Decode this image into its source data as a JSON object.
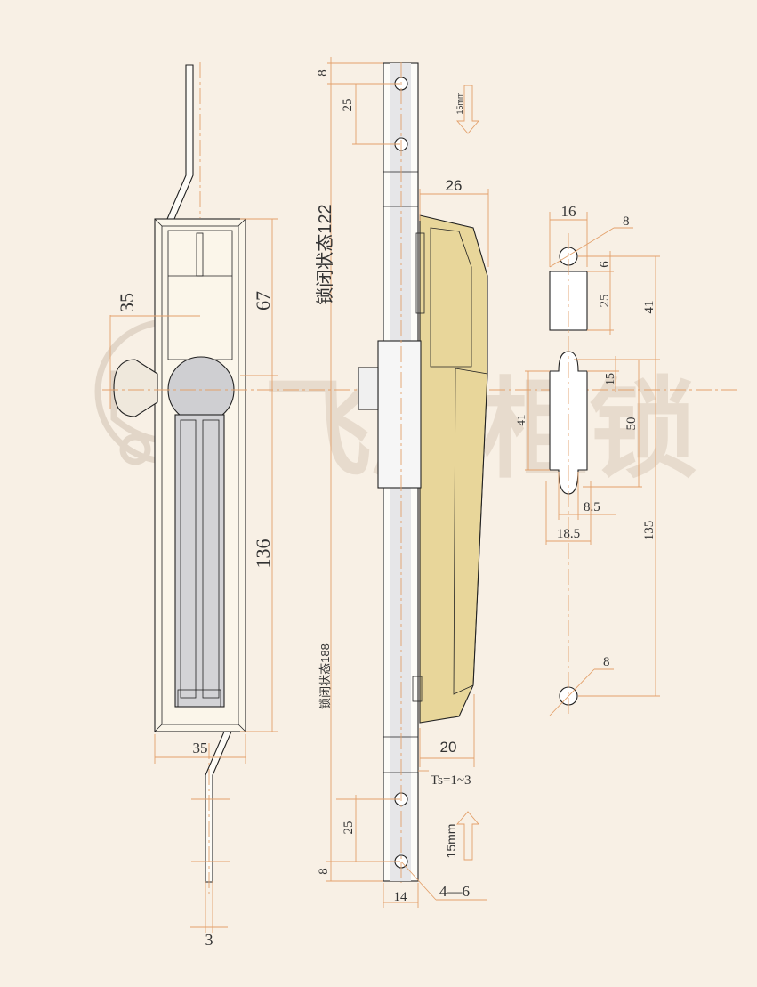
{
  "watermark": {
    "brand_text": "飞鹰柜锁",
    "logo": "ying-seal-logo"
  },
  "colors": {
    "background": "#f8f0e5",
    "dimension_line": "#e3a06a",
    "brass": "#e8d69a",
    "steel": "#d6d6d8",
    "outline": "#222222"
  },
  "front_view": {
    "dim_width_top": "35",
    "dim_upper": "67",
    "dim_lower": "136",
    "dim_width_bottom": "35",
    "dim_rod": "3"
  },
  "side_view": {
    "dim_top_offset": "8",
    "dim_top_spacing": "25",
    "travel_top": "15mm",
    "label_locked_122": "锁闭状态122",
    "label_locked_188": "锁闭状态188",
    "dim_handle_depth": "26",
    "dim_base_depth": "20",
    "ts_label": "Ts=1~3",
    "dim_bottom_spacing": "25",
    "dim_bottom_offset": "8",
    "travel_bottom": "15mm",
    "dim_bar_width": "14",
    "holes_label": "4—6"
  },
  "cutout_view": {
    "dim_width": "16",
    "dim_hole_top": "8",
    "dim_gap": "6",
    "dim_slot_height": "25",
    "dim_to_center": "41",
    "dim_tab": "15",
    "dim_inner_height": "41",
    "dim_outer_height": "50",
    "dim_inner_width": "8.5",
    "dim_outer_width": "18.5",
    "dim_total": "135",
    "dim_hole_bottom": "8"
  }
}
